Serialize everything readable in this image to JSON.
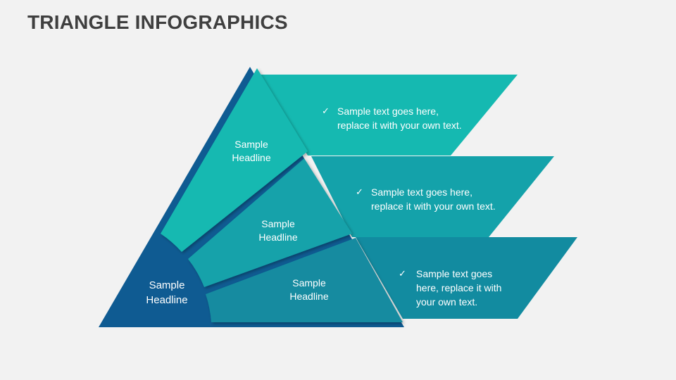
{
  "title": "TRIANGLE INFOGRAPHICS",
  "colors": {
    "background": "#f2f2f2",
    "title": "#3f3f3f",
    "dark_blue": "#0f5b92",
    "teal_1": "#15b9b1",
    "teal_2": "#14a2aa",
    "teal_3": "#128ba0"
  },
  "segments": [
    {
      "headline": "Sample Headline",
      "line1": "Sample",
      "line2": "Headline"
    },
    {
      "headline": "Sample Headline",
      "line1": "Sample",
      "line2": "Headline"
    },
    {
      "headline": "Sample Headline",
      "line1": "Sample",
      "line2": "Headline"
    }
  ],
  "base": {
    "headline": "Sample Headline",
    "line1": "Sample",
    "line2": "Headline"
  },
  "banners": [
    {
      "icon": "check-icon",
      "check": "✓",
      "lines": [
        "Sample text goes here,",
        "replace it with your own text."
      ]
    },
    {
      "icon": "check-icon",
      "check": "✓",
      "lines": [
        "Sample text goes here,",
        "replace it with your own text."
      ]
    },
    {
      "icon": "check-icon",
      "check": "✓",
      "lines": [
        "Sample text goes",
        "here, replace it with",
        "your own text."
      ]
    }
  ]
}
